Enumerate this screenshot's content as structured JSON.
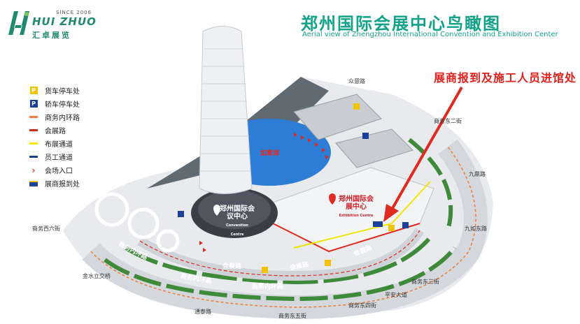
{
  "logo": {
    "since": "SINCE 2006",
    "name_en": "HUI ZHUO",
    "name_cn": "汇卓展览"
  },
  "title": {
    "cn": "郑州国际会展中心鸟瞰图",
    "en": "Aerial view of Zhengzhou International Convention and Exhibition Center"
  },
  "callout": "展商报到及施工人员进馆处",
  "legend": [
    {
      "icon": "freight-parking-icon",
      "label": "货车停车处",
      "color": "#f2c200"
    },
    {
      "icon": "car-parking-icon",
      "label": "轿车停车处",
      "color": "#1a3f9c"
    },
    {
      "icon": "inner-ring-road-icon",
      "label": "商务内环路",
      "color": "#f07e3a"
    },
    {
      "icon": "exhibition-road-icon",
      "label": "会展路",
      "color": "#e02a20"
    },
    {
      "icon": "exhibition-passage-icon",
      "label": "布展通道",
      "color": "#f5e400"
    },
    {
      "icon": "staff-passage-icon",
      "label": "员工通道",
      "color": "#1a3f9c"
    },
    {
      "icon": "venue-entrance-icon",
      "label": "会场入口",
      "color": "#e02a20"
    },
    {
      "icon": "exhibitor-checkin-icon",
      "label": "展商报到处",
      "color": "#1a3f9c"
    }
  ],
  "roads": {
    "zhongyi": "众意路",
    "shangwu_east_2": "商务东二街",
    "jiuding": "九鼎路",
    "jiuru_east": "九如东路",
    "shangwu_west_6": "商务西六街",
    "jinshui_li": "金水立交桥",
    "tongtai": "通泰路",
    "shangwu_east_5": "商务东五街",
    "shangwu_east_4": "商务东四街",
    "pingan": "平安大道",
    "shangwu_east_3": "商务东三街"
  },
  "ring_labels": {
    "inner_ring_1": "商务内环路",
    "inner_ring_2": "商务内环路",
    "inner_ring_3": "商务内环路",
    "expo_road_1": "会展路",
    "expo_road_2": "会展路",
    "expo_road_3": "会展路"
  },
  "buildings": {
    "convention_cn": "郑州国际会议中心",
    "exhibition_cn": "郑州国际会展中心",
    "exhibition_en": "Exhibition Centre",
    "convention_en": "Convention Centre",
    "lake": "如意湖"
  }
}
